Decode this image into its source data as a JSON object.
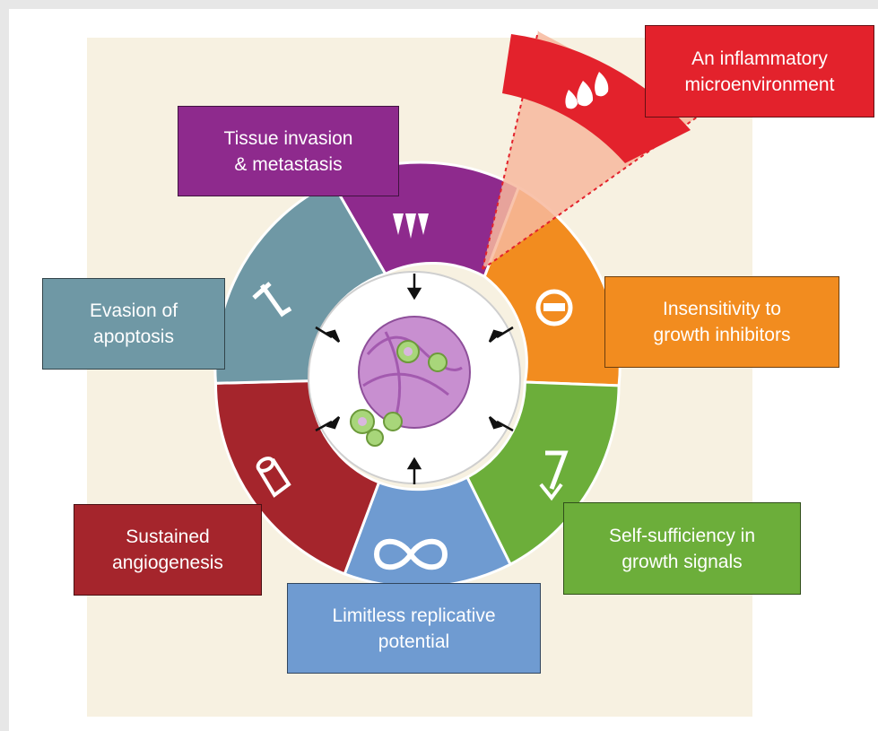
{
  "colors": {
    "background": "#f7f1e1",
    "inflammatory": "#e3222c",
    "invasion": "#8e2a8d",
    "insensitivity": "#f28c1f",
    "self_sufficiency": "#6cae3a",
    "replicative": "#6f9bd1",
    "angiogenesis": "#a5252c",
    "apoptosis": "#6f98a5"
  },
  "hallmarks": [
    {
      "id": "inflammatory",
      "label": "An inflammatory\nmicroenvironment",
      "icon": "droplets-icon"
    },
    {
      "id": "invasion",
      "label": "Tissue invasion\n& metastasis",
      "icon": "invasion-spikes-icon"
    },
    {
      "id": "insensitivity",
      "label": "Insensitivity to\ngrowth inhibitors",
      "icon": "no-entry-icon"
    },
    {
      "id": "self_sufficiency",
      "label": "Self-sufficiency in\ngrowth signals",
      "icon": "signal-arrow-icon"
    },
    {
      "id": "replicative",
      "label": "Limitless replicative\npotential",
      "icon": "infinity-icon"
    },
    {
      "id": "angiogenesis",
      "label": "Sustained\nangiogenesis",
      "icon": "vessel-icon"
    },
    {
      "id": "apoptosis",
      "label": "Evasion of\napoptosis",
      "icon": "broken-sword-icon"
    }
  ],
  "center_icon": "tumor-cells-icon"
}
